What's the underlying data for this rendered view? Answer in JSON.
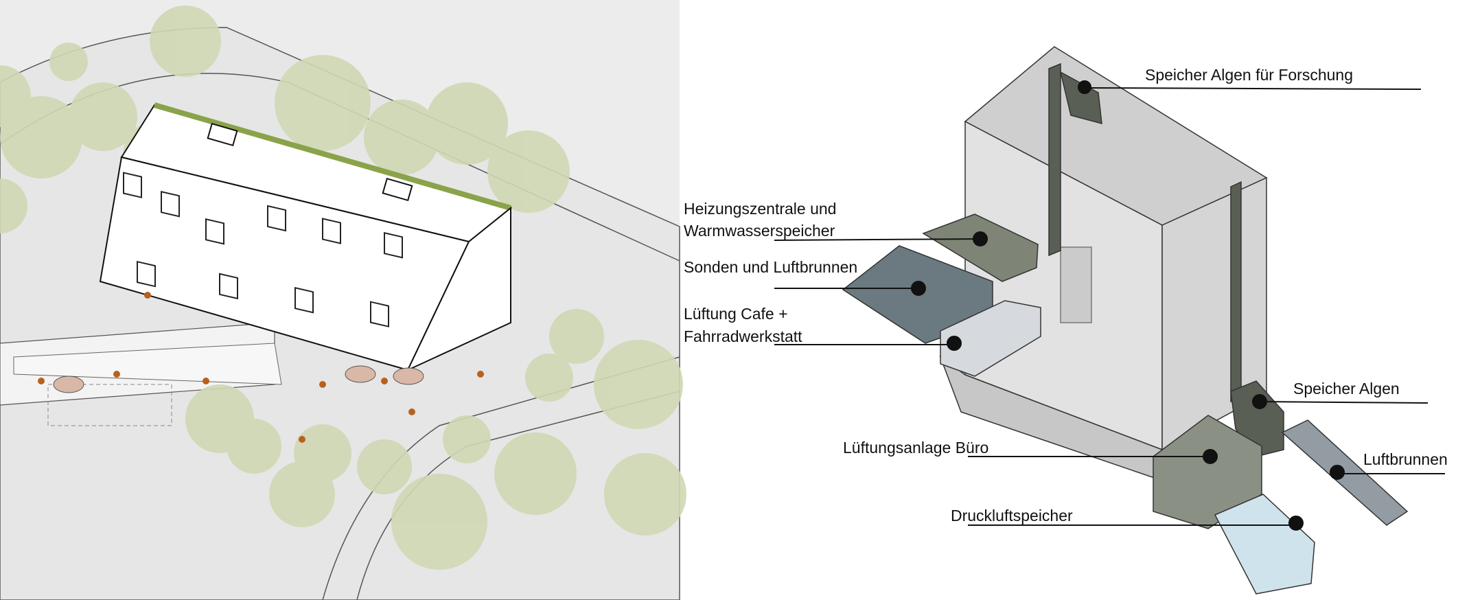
{
  "illustration": {
    "title_visible": false
  },
  "diagram": {
    "labels": {
      "speicher_forschung": "Speicher Algen für Forschung",
      "heizung_line1": "Heizungszentrale und",
      "heizung_line2": "Warmwasserspeicher",
      "sonden": "Sonden und Luftbrunnen",
      "lueftung_cafe_line1": "Lüftung Cafe +",
      "lueftung_cafe_line2": "Fahrradwerkstatt",
      "speicher_algen": "Speicher Algen",
      "lueftung_buero": "Lüftungsanlage Büro",
      "luftbrunnen": "Luftbrunnen",
      "druckluft": "Druckluftspeicher"
    }
  },
  "colors": {
    "tree": "#cfd8b4",
    "people": "#b8611c",
    "box_dark": "#555b52",
    "box_slate": "#6a7a80",
    "box_light": "#d6dade",
    "box_blue": "#cfe3ec"
  }
}
